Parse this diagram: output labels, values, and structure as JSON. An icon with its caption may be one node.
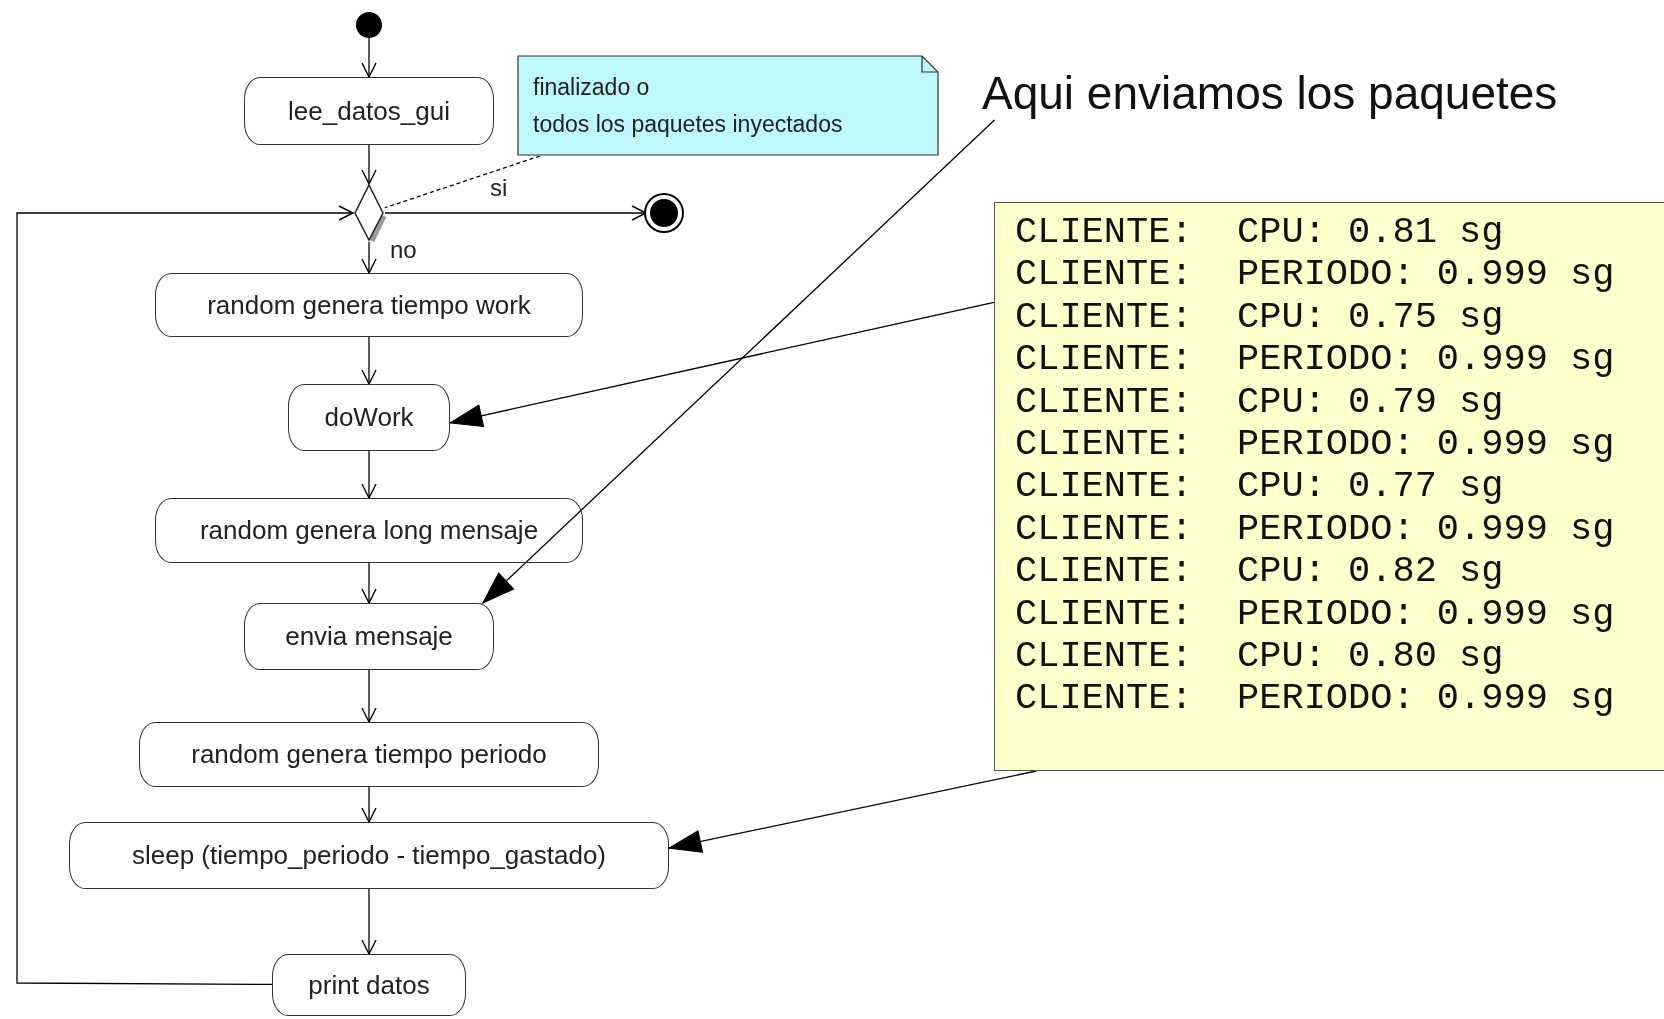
{
  "diagram": {
    "nodes": [
      {
        "text": [],
        "shape": "circle"
      },
      {
        "text": [
          "lee_datos_gui"
        ]
      },
      {
        "text": [
          "finalizado o",
          "todos los paquetes inyectados"
        ]
      },
      {
        "text": [],
        "shape": "diamond"
      },
      {
        "text": [],
        "shape": "circle"
      },
      {
        "text": [
          "random genera tiempo work"
        ]
      },
      {
        "text": [
          "doWork"
        ]
      },
      {
        "text": [
          "random genera long mensaje"
        ]
      },
      {
        "text": [
          "envia mensaje"
        ]
      },
      {
        "text": [
          "random genera tiempo periodo"
        ]
      },
      {
        "text": [
          "sleep (tiempo_periodo - tiempo_gastado)"
        ]
      },
      {
        "text": [
          "print datos"
        ]
      },
      {
        "text": [
          "Aqui enviamos los paquetes"
        ]
      },
      {
        "text": [
          "CLIENTE:  CPU: 0.81 sg",
          "CLIENTE:  PERIODO: 0.999 sg",
          "CLIENTE:  CPU: 0.75 sg",
          "CLIENTE:  PERIODO: 0.999 sg",
          "CLIENTE:  CPU: 0.79 sg",
          "CLIENTE:  PERIODO: 0.999 sg",
          "CLIENTE:  CPU: 0.77 sg",
          "CLIENTE:  PERIODO: 0.999 sg",
          "CLIENTE:  CPU: 0.82 sg",
          "CLIENTE:  PERIODO: 0.999 sg",
          "CLIENTE:  CPU: 0.80 sg",
          "CLIENTE:  PERIODO: 0.999 sg"
        ]
      }
    ],
    "edges": [
      {
        "from": 0,
        "to": 1,
        "arrow": "to"
      },
      {
        "from": 1,
        "to": 3,
        "arrow": "to"
      },
      {
        "from": 3,
        "to": 4,
        "arrow": "to",
        "label": "si"
      },
      {
        "from": 3,
        "to": 5,
        "arrow": "to",
        "label": "no"
      },
      {
        "from": 5,
        "to": 6,
        "arrow": "to"
      },
      {
        "from": 6,
        "to": 7,
        "arrow": "to"
      },
      {
        "from": 7,
        "to": 8,
        "arrow": "to"
      },
      {
        "from": 8,
        "to": 9,
        "arrow": "to"
      },
      {
        "from": 9,
        "to": 10,
        "arrow": "to"
      },
      {
        "from": 10,
        "to": 11,
        "arrow": "to"
      },
      {
        "from": 11,
        "to": 3,
        "arrow": "to"
      },
      {
        "from": 2,
        "to": 3,
        "arrow": "none",
        "style": "dashed"
      },
      {
        "from": 12,
        "to": 8,
        "arrow": "to"
      },
      {
        "from": 13,
        "to": 6,
        "arrow": "to"
      },
      {
        "from": 13,
        "to": 10,
        "arrow": "to"
      }
    ]
  }
}
